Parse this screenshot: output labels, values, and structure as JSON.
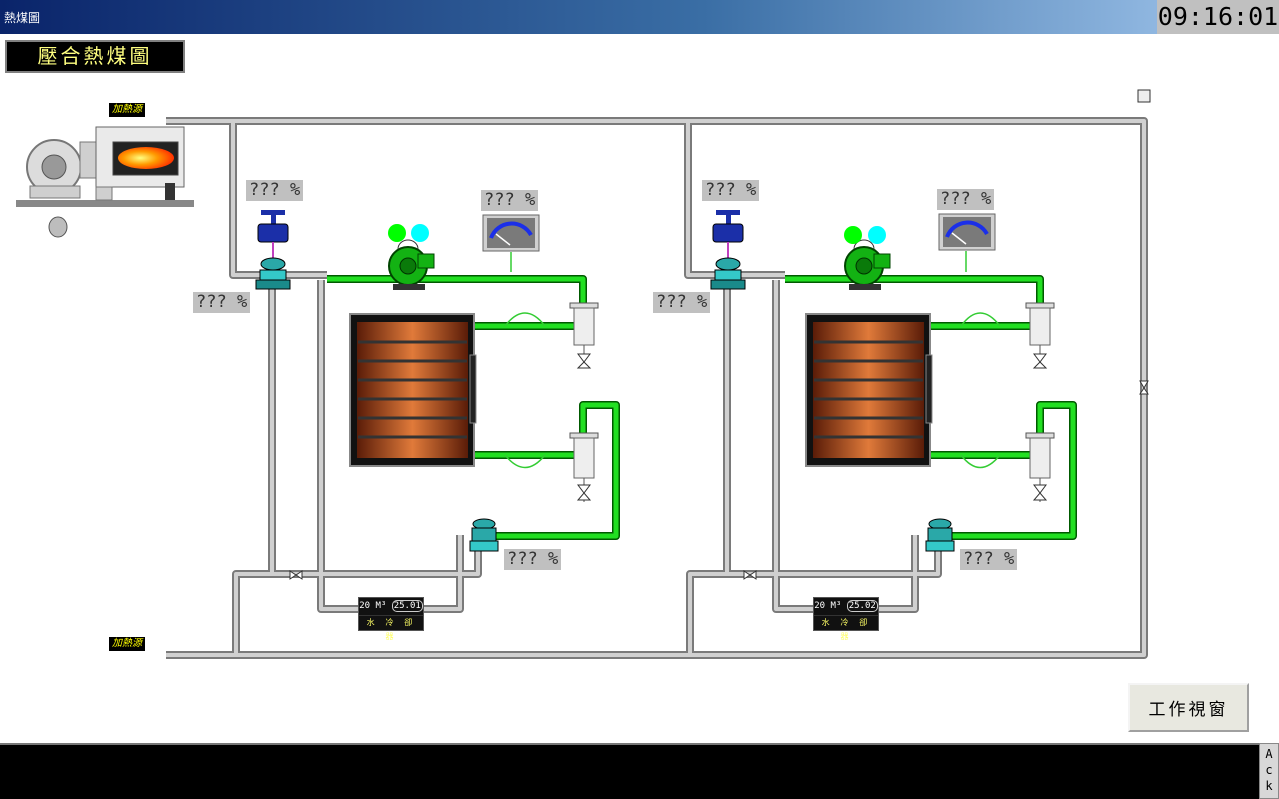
{
  "window": {
    "title": "熱煤圖",
    "clock": "09:16:01"
  },
  "page_title": "壓合熱煤圖",
  "heater_tags": {
    "supply": "加熱源",
    "return": "加熱源"
  },
  "unit_left": {
    "valve_pct": "??? %",
    "pump_pct": "??? %",
    "gauge_pct": "??? %",
    "bottom_valve_pct": "??? %",
    "meter_prefix": "20 M³",
    "meter_value": "25.01",
    "meter_label": "水 冷 卻 器"
  },
  "unit_right": {
    "valve_pct": "??? %",
    "pump_pct": "??? %",
    "gauge_pct": "??? %",
    "bottom_valve_pct": "??? %",
    "meter_prefix": "20 M³",
    "meter_value": "25.02",
    "meter_label": "水 冷 卻 器"
  },
  "buttons": {
    "work_window": "工作視窗",
    "ack": [
      "A",
      "c",
      "k"
    ]
  },
  "colors": {
    "pipe": "#c8c8c8",
    "hot_pipe": "#00c800",
    "valve_blue": "#1b2fa8",
    "valve_teal": "#1fa6a6",
    "status_green": "#00ff00",
    "status_cyan": "#00ffff",
    "platen": "#c05a20",
    "title_bar": "#0a246a"
  }
}
